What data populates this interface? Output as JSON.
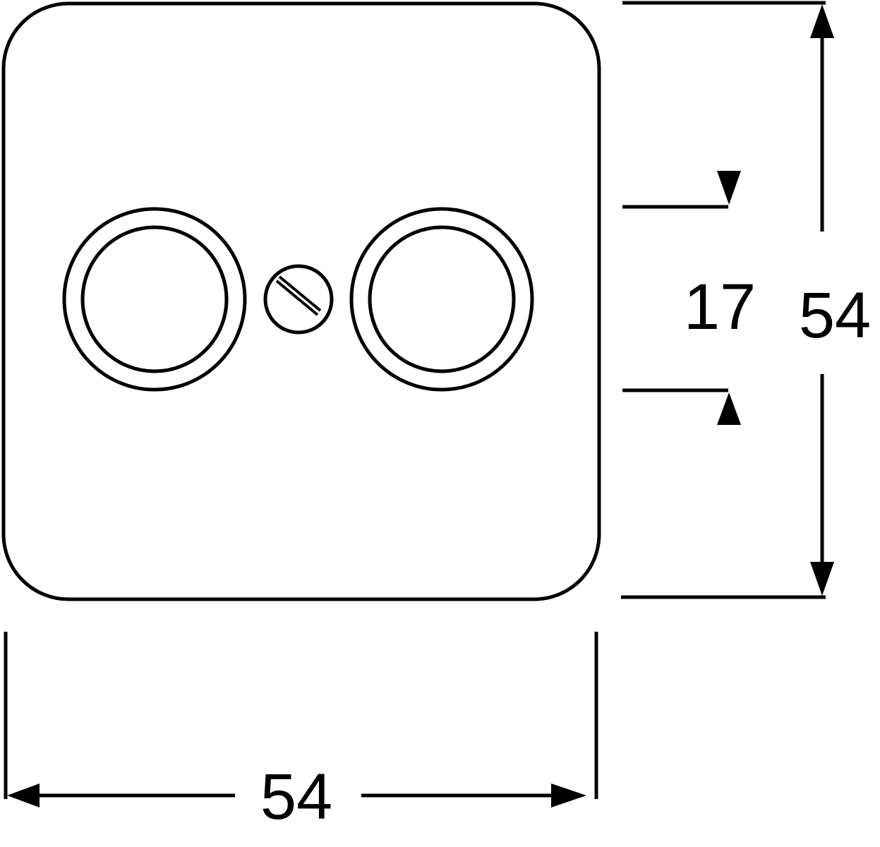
{
  "diagram": {
    "dimensions": {
      "width": "54",
      "height": "54",
      "socket_spacing": "17"
    }
  }
}
